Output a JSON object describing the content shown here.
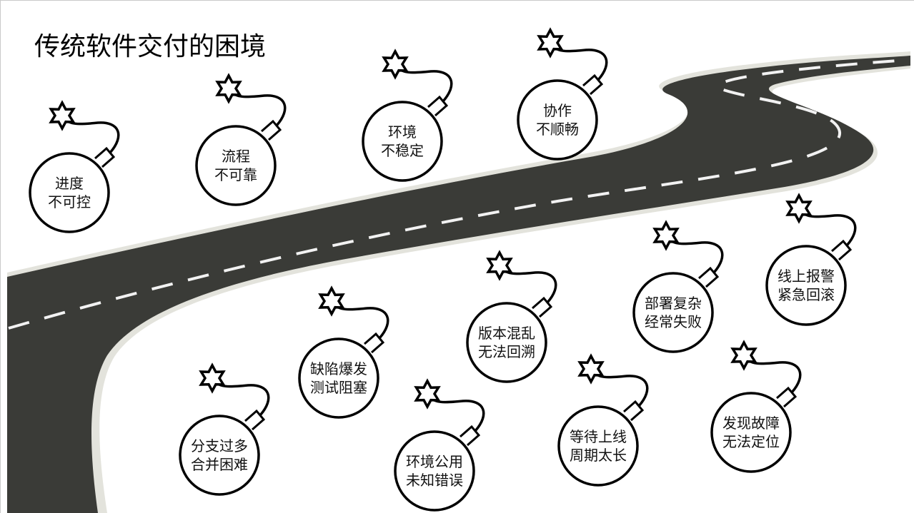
{
  "slide": {
    "title": "传统软件交付的困境"
  },
  "colors": {
    "road": "#3a3b37",
    "road_edge": "#e3e3dc",
    "lane_mark": "#f2f2f2",
    "bomb_outline": "#000000",
    "bomb_fill": "#ffffff"
  },
  "bombs": [
    {
      "id": "progress",
      "line1": "进度",
      "line2": "不可控"
    },
    {
      "id": "process",
      "line1": "流程",
      "line2": "不可靠"
    },
    {
      "id": "environment",
      "line1": "环境",
      "line2": "不稳定"
    },
    {
      "id": "collaboration",
      "line1": "协作",
      "line2": "不顺畅"
    },
    {
      "id": "branch",
      "line1": "分支过多",
      "line2": "合并困难"
    },
    {
      "id": "defect",
      "line1": "缺陷爆发",
      "line2": "测试阻塞"
    },
    {
      "id": "env-shared",
      "line1": "环境公用",
      "line2": "未知错误"
    },
    {
      "id": "version",
      "line1": "版本混乱",
      "line2": "无法回溯"
    },
    {
      "id": "waiting",
      "line1": "等待上线",
      "line2": "周期太长"
    },
    {
      "id": "deploy",
      "line1": "部署复杂",
      "line2": "经常失败"
    },
    {
      "id": "fault",
      "line1": "发现故障",
      "line2": "无法定位"
    },
    {
      "id": "rollback",
      "line1": "线上报警",
      "line2": "紧急回滚"
    }
  ]
}
